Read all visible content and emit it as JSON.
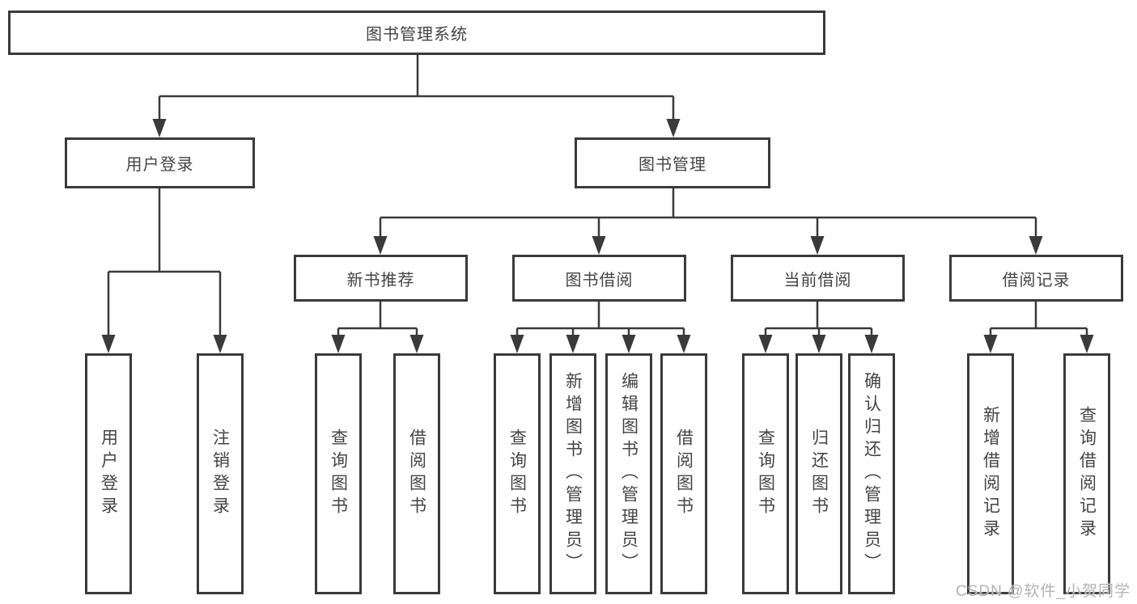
{
  "diagram": {
    "root": {
      "label": "图书管理系统"
    },
    "level2": {
      "user_login": {
        "label": "用户登录"
      },
      "book_management": {
        "label": "图书管理"
      }
    },
    "level3": {
      "new_book_recommend": {
        "label": "新书推荐"
      },
      "book_borrowing": {
        "label": "图书借阅"
      },
      "current_borrowing": {
        "label": "当前借阅"
      },
      "borrowing_records": {
        "label": "借阅记录"
      }
    },
    "leaves": {
      "user_login": {
        "label": "用户登录"
      },
      "logout": {
        "label": "注销登录"
      },
      "query_books_recommend": {
        "label": "查询图书"
      },
      "borrow_books_recommend": {
        "label": "借阅图书"
      },
      "query_books_borrowing": {
        "label": "查询图书"
      },
      "add_books_admin": {
        "label": "新增图书（管理员）"
      },
      "edit_books_admin": {
        "label": "编辑图书（管理员）"
      },
      "borrow_books_borrowing": {
        "label": "借阅图书"
      },
      "query_books_current": {
        "label": "查询图书"
      },
      "return_books": {
        "label": "归还图书"
      },
      "confirm_return_admin": {
        "label": "确认归还（管理员）"
      },
      "add_borrow_record": {
        "label": "新增借阅记录"
      },
      "query_borrow_record": {
        "label": "查询借阅记录"
      }
    }
  },
  "watermark": {
    "text": "CSDN @软件_小贺同学"
  },
  "colors": {
    "line": "#3a3a3a",
    "box_border": "#3a3a3a",
    "box_background": "#ffffff",
    "text": "#444444",
    "watermark": "#b3b3b3"
  }
}
